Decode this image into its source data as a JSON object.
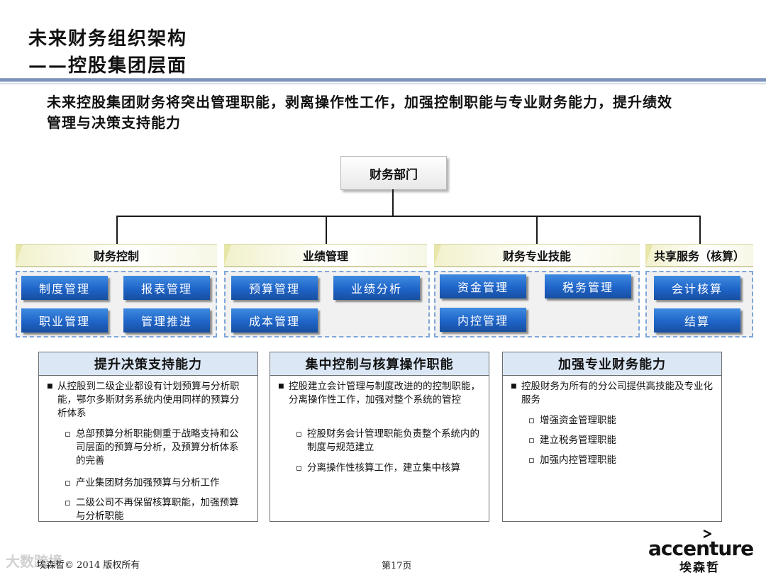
{
  "header": {
    "title_line1": "未来财务组织架构",
    "title_line2": "——控股集团层面"
  },
  "intro": {
    "text": "未来控股集团财务将突出管理职能，剥离操作性工作，加强控制职能与专业财务能力，提升绩效管理与决策支持能力"
  },
  "org": {
    "root": "财务部门",
    "categories": [
      {
        "label": "财务控制",
        "items": [
          "制度管理",
          "报表管理",
          "职业管理",
          "管理推进"
        ]
      },
      {
        "label": "业绩管理",
        "items": [
          "预算管理",
          "业绩分析",
          "成本管理"
        ]
      },
      {
        "label": "财务专业技能",
        "items": [
          "资金管理",
          "税务管理",
          "内控管理"
        ]
      },
      {
        "label": "共享服务（核算）",
        "items": [
          "会计核算",
          "结算"
        ]
      }
    ]
  },
  "panels": [
    {
      "title": "提升决策支持能力",
      "bullet": "从控股到二级企业都设有计划预算与分析职能，鄂尔多斯财务系统内使用同样的预算分析体系",
      "subs": [
        "总部预算分析职能侧重于战略支持和公司层面的预算与分析，及预算分析体系的完善",
        "产业集团财务加强预算与分析工作",
        "二级公司不再保留核算职能，加强预算与分析职能"
      ]
    },
    {
      "title": "集中控制与核算操作职能",
      "bullet": "控股建立会计管理与制度改进的的控制职能，分离操作性工作，加强对整个系统的管控",
      "subs": [
        "控股财务会计管理职能负责整个系统内的制度与规范建立",
        "分离操作性核算工作，建立集中核算"
      ]
    },
    {
      "title": "加强专业财务能力",
      "bullet": "控股财务为所有的分公司提供高技能及专业化服务",
      "subs": [
        "增强资金管理职能",
        "建立税务管理职能",
        "加强内控管理职能"
      ]
    }
  ],
  "footer": {
    "copyright": "埃森哲© 2014 版权所有",
    "page": "第17页",
    "logo_en": "accenture",
    "logo_cn": "埃森哲",
    "watermark": "大数跨境"
  }
}
